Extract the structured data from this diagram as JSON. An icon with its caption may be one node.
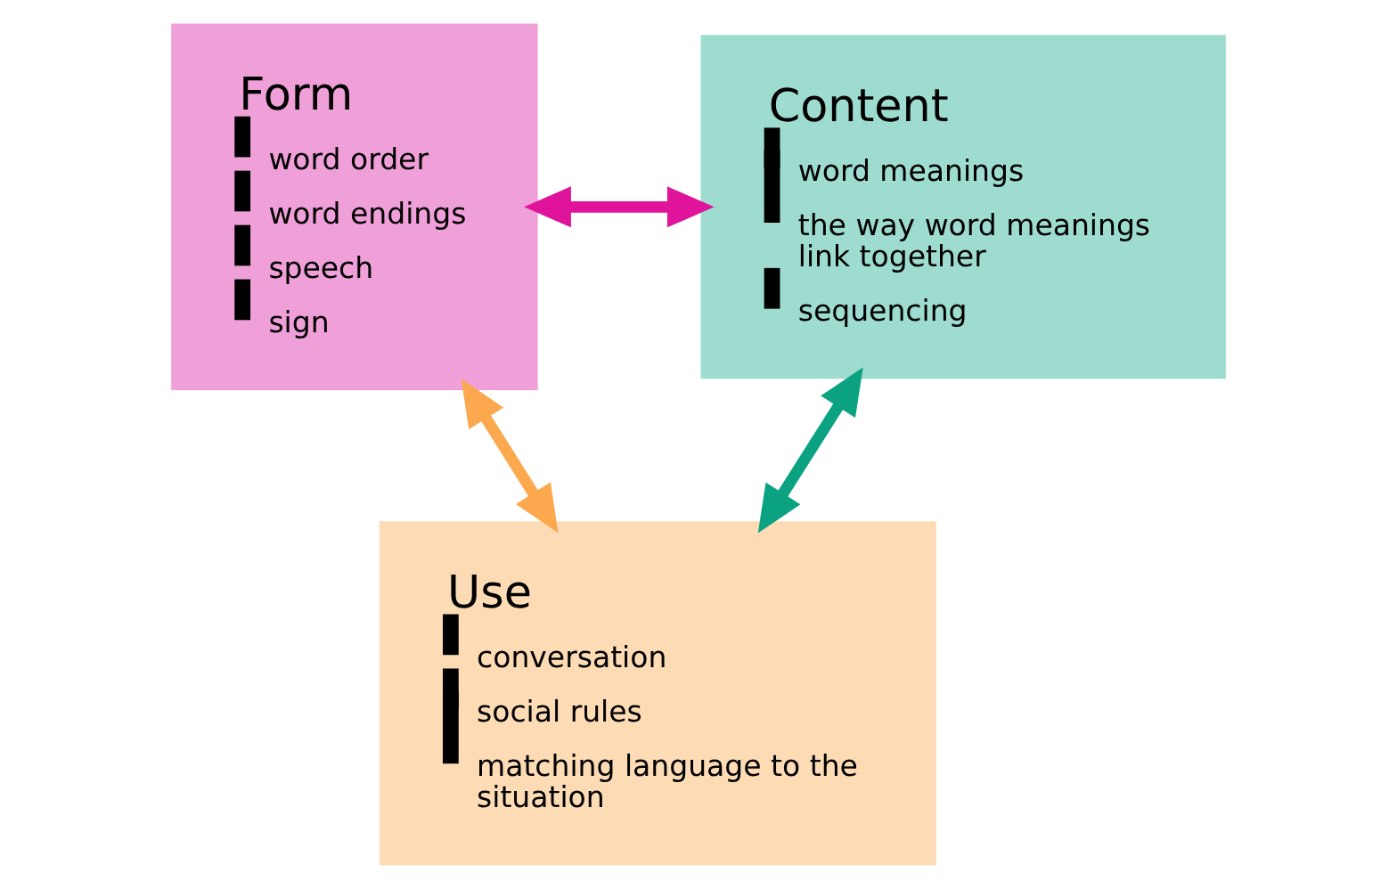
{
  "diagram": {
    "nodes": [
      {
        "text": [
          "Form",
          "word order",
          "word endings",
          "speech",
          "sign"
        ]
      },
      {
        "text": [
          "Content",
          "word meanings",
          "the way word meanings link together",
          "sequencing"
        ]
      },
      {
        "text": [
          "Use",
          "conversation",
          "social rules",
          "matching language to the situation"
        ]
      }
    ],
    "edges": [
      {
        "from": 0,
        "to": 1,
        "arrow": "both",
        "color": "#e0139b"
      },
      {
        "from": 0,
        "to": 2,
        "arrow": "both",
        "color": "#fba84f"
      },
      {
        "from": 1,
        "to": 2,
        "arrow": "both",
        "color": "#0ba282"
      }
    ]
  }
}
